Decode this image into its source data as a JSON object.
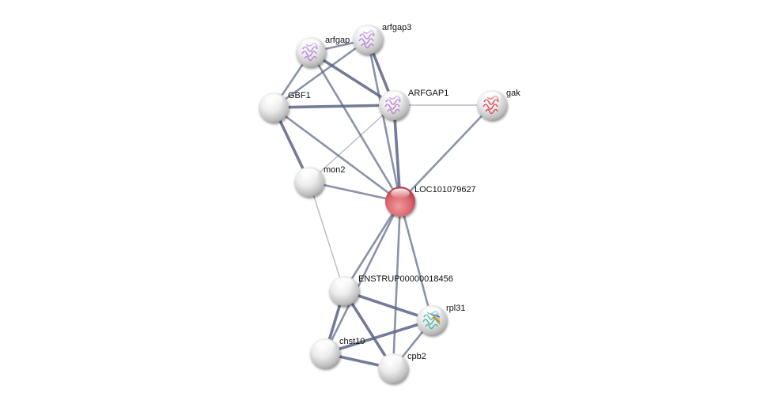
{
  "network": {
    "query_node": "LOC101079627",
    "colors": {
      "edge": "#5a6485",
      "query_node": "#d9646a",
      "default_node": "#e6e6e6",
      "background": "#ffffff"
    },
    "nodes": [
      {
        "id": "arfgap2",
        "label": "arfgap",
        "type": "structure",
        "structure_color": "#b07ad8"
      },
      {
        "id": "arfgap3",
        "label": "arfgap3",
        "type": "structure",
        "structure_color": "#b07ad8"
      },
      {
        "id": "GBF1",
        "label": "GBF1",
        "type": "plain"
      },
      {
        "id": "ARFGAP1",
        "label": "ARFGAP1",
        "type": "structure",
        "structure_color": "#b07ad8"
      },
      {
        "id": "gak",
        "label": "gak",
        "type": "structure",
        "structure_color": "#d83a4a"
      },
      {
        "id": "mon2",
        "label": "mon2",
        "type": "plain"
      },
      {
        "id": "LOC101079627",
        "label": "LOC101079627",
        "type": "query"
      },
      {
        "id": "ENSTRUP00000018456",
        "label": "ENSTRUP00000018456",
        "type": "plain"
      },
      {
        "id": "rpl31",
        "label": "rpl31",
        "type": "structure",
        "structure_color": "#3bb3a0"
      },
      {
        "id": "chst10",
        "label": "chst10",
        "type": "plain"
      },
      {
        "id": "cpb2",
        "label": "cpb2",
        "type": "plain"
      }
    ],
    "edges": [
      {
        "source": "arfgap2",
        "target": "arfgap3",
        "strength": "medium"
      },
      {
        "source": "arfgap2",
        "target": "GBF1",
        "strength": "medium"
      },
      {
        "source": "arfgap2",
        "target": "ARFGAP1",
        "strength": "strong"
      },
      {
        "source": "arfgap2",
        "target": "LOC101079627",
        "strength": "medium"
      },
      {
        "source": "arfgap3",
        "target": "GBF1",
        "strength": "medium"
      },
      {
        "source": "arfgap3",
        "target": "ARFGAP1",
        "strength": "strong"
      },
      {
        "source": "arfgap3",
        "target": "LOC101079627",
        "strength": "medium"
      },
      {
        "source": "GBF1",
        "target": "ARFGAP1",
        "strength": "strong"
      },
      {
        "source": "GBF1",
        "target": "mon2",
        "strength": "strong"
      },
      {
        "source": "GBF1",
        "target": "LOC101079627",
        "strength": "medium"
      },
      {
        "source": "ARFGAP1",
        "target": "gak",
        "strength": "weak"
      },
      {
        "source": "ARFGAP1",
        "target": "mon2",
        "strength": "weak"
      },
      {
        "source": "ARFGAP1",
        "target": "LOC101079627",
        "strength": "strong"
      },
      {
        "source": "gak",
        "target": "LOC101079627",
        "strength": "medium"
      },
      {
        "source": "mon2",
        "target": "LOC101079627",
        "strength": "medium"
      },
      {
        "source": "mon2",
        "target": "ENSTRUP00000018456",
        "strength": "weak"
      },
      {
        "source": "LOC101079627",
        "target": "ENSTRUP00000018456",
        "strength": "medium"
      },
      {
        "source": "LOC101079627",
        "target": "chst10",
        "strength": "medium"
      },
      {
        "source": "LOC101079627",
        "target": "cpb2",
        "strength": "medium"
      },
      {
        "source": "LOC101079627",
        "target": "rpl31",
        "strength": "medium"
      },
      {
        "source": "ENSTRUP00000018456",
        "target": "rpl31",
        "strength": "strong"
      },
      {
        "source": "ENSTRUP00000018456",
        "target": "chst10",
        "strength": "strong"
      },
      {
        "source": "ENSTRUP00000018456",
        "target": "cpb2",
        "strength": "strong"
      },
      {
        "source": "rpl31",
        "target": "chst10",
        "strength": "strong"
      },
      {
        "source": "rpl31",
        "target": "cpb2",
        "strength": "medium"
      },
      {
        "source": "chst10",
        "target": "cpb2",
        "strength": "strong"
      }
    ]
  }
}
